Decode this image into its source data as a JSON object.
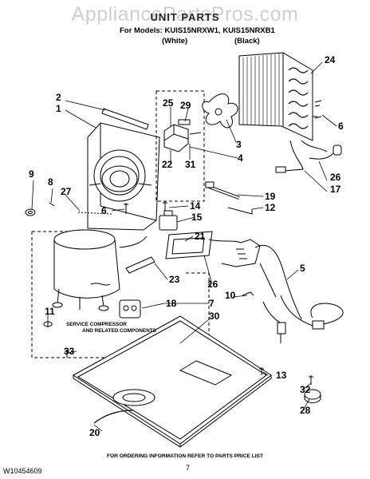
{
  "watermark": "AppliancePartsPros.com",
  "header": {
    "title": "UNIT PARTS",
    "models_line": "For Models: KUIS15NRXW1, KUIS15NRXB1",
    "variant_white": "(White)",
    "variant_black": "(Black)"
  },
  "callouts": [
    "24",
    "2",
    "1",
    "25",
    "29",
    "6",
    "3",
    "4",
    "22",
    "31",
    "9",
    "8",
    "27",
    "6",
    "14",
    "19",
    "12",
    "26",
    "17",
    "15",
    "21",
    "23",
    "5",
    "10",
    "16",
    "18",
    "11",
    "7",
    "30",
    "33",
    "13",
    "32",
    "28",
    "20"
  ],
  "notes": {
    "service_line1": "SERVICE COMPRESSOR",
    "service_line2": "AND RELATED COMPONENTS"
  },
  "footer": {
    "ordering": "FOR ORDERING INFORMATION REFER TO PARTS PRICE LIST",
    "doc_number": "W10454609",
    "page_number": "7"
  },
  "colors": {
    "line": "#000000",
    "watermark": "#cfcfcf",
    "fill_light": "#ffffff",
    "fill_gray": "#d9d9d9"
  }
}
